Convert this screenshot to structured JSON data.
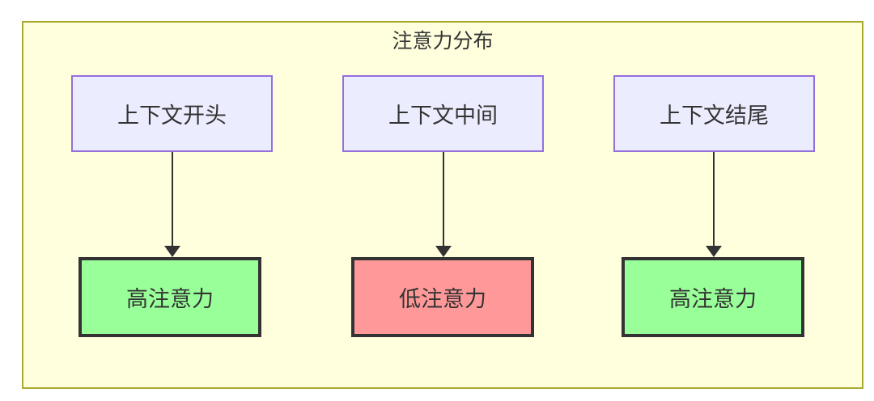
{
  "diagram": {
    "type": "flowchart",
    "title": "注意力分布",
    "colors": {
      "page_bg": "#ffffff",
      "container_bg": "#ffffde",
      "container_border": "#aaaa33",
      "node_bg": "#ececff",
      "node_border": "#9370db",
      "high_bg": "#99ff99",
      "low_bg": "#ff9999",
      "result_border": "#333333",
      "arrow": "#333333",
      "text": "#333333"
    },
    "columns": [
      {
        "source": "上下文开头",
        "result": "高注意力",
        "result_type": "high"
      },
      {
        "source": "上下文中间",
        "result": "低注意力",
        "result_type": "low"
      },
      {
        "source": "上下文结尾",
        "result": "高注意力",
        "result_type": "high"
      }
    ]
  }
}
